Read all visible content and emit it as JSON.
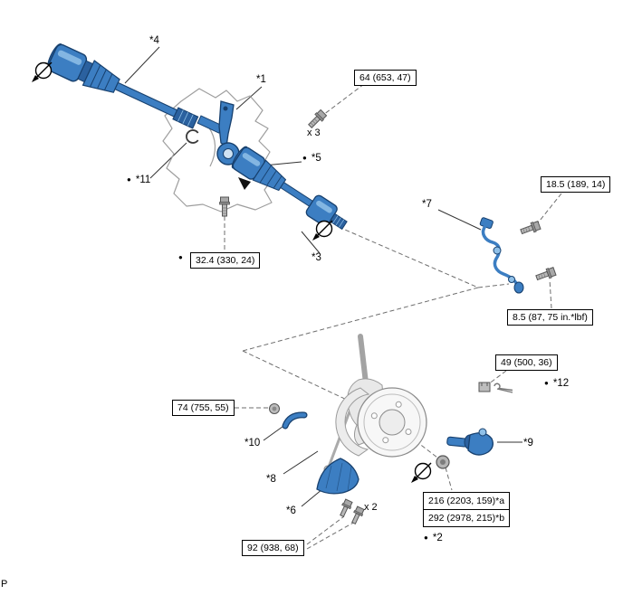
{
  "figure": {
    "watermark": "P"
  },
  "symbols": {
    "bullet": "●",
    "circle_slash_arrow": "⊘"
  },
  "colors": {
    "part_blue": "#3c7ec2",
    "part_blue_dark": "#17406e",
    "part_blue_light": "#8fc0e8",
    "outline_gray": "#9a9a9a",
    "line_black": "#222222"
  },
  "callouts": [
    {
      "text": "*4"
    },
    {
      "text": "*1"
    },
    {
      "text": "*11",
      "bullet": true
    },
    {
      "text": "*5",
      "bullet": true
    },
    {
      "text": "*3"
    },
    {
      "text": "*7"
    },
    {
      "text": "*10"
    },
    {
      "text": "*8"
    },
    {
      "text": "*6"
    },
    {
      "text": "*9"
    },
    {
      "text": "*12",
      "bullet": true
    },
    {
      "text": "*2",
      "bullet": true
    }
  ],
  "torque_specs": [
    {
      "text": "64 (653, 47)"
    },
    {
      "text": "32.4 (330, 24)",
      "bullet": true
    },
    {
      "text": "18.5 (189, 14)"
    },
    {
      "text": "8.5 (87, 75 in.*lbf)"
    },
    {
      "text": "49 (500, 36)"
    },
    {
      "text": "74 (755, 55)"
    },
    {
      "text": "92 (938, 68)"
    },
    {
      "lines": [
        "216 (2203, 159)*a",
        "292 (2978, 215)*b"
      ]
    }
  ],
  "quantities": [
    {
      "text": "x 3"
    },
    {
      "text": "x 2"
    }
  ]
}
